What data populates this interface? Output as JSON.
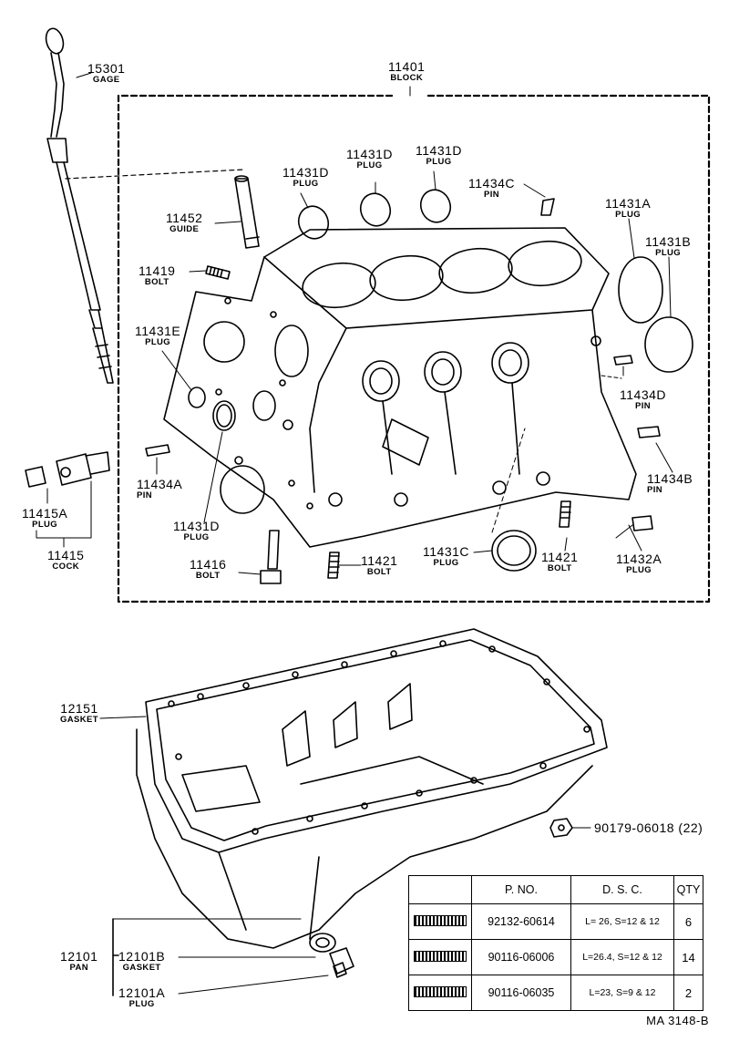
{
  "labels": {
    "gage": {
      "num": "15301",
      "name": "GAGE"
    },
    "block": {
      "num": "11401",
      "name": "BLOCK"
    },
    "guide": {
      "num": "11452",
      "name": "GUIDE"
    },
    "bolt_11419": {
      "num": "11419",
      "name": "BOLT"
    },
    "plug_11431D_a": {
      "num": "11431D",
      "name": "PLUG"
    },
    "plug_11431D_b": {
      "num": "11431D",
      "name": "PLUG"
    },
    "plug_11431D_c": {
      "num": "11431D",
      "name": "PLUG"
    },
    "pin_11434C": {
      "num": "11434C",
      "name": "PIN"
    },
    "plug_11431A": {
      "num": "11431A",
      "name": "PLUG"
    },
    "plug_11431B": {
      "num": "11431B",
      "name": "PLUG"
    },
    "plug_11431E": {
      "num": "11431E",
      "name": "PLUG"
    },
    "pin_11434D": {
      "num": "11434D",
      "name": "PIN"
    },
    "pin_11434A": {
      "num": "11434A",
      "name": "PIN"
    },
    "pin_11434B": {
      "num": "11434B",
      "name": "PIN"
    },
    "plug_11415A": {
      "num": "11415A",
      "name": "PLUG"
    },
    "cock_11415": {
      "num": "11415",
      "name": "COCK"
    },
    "plug_11431D_d": {
      "num": "11431D",
      "name": "PLUG"
    },
    "bolt_11416": {
      "num": "11416",
      "name": "BOLT"
    },
    "bolt_11421_a": {
      "num": "11421",
      "name": "BOLT"
    },
    "plug_11431C": {
      "num": "11431C",
      "name": "PLUG"
    },
    "bolt_11421_b": {
      "num": "11421",
      "name": "BOLT"
    },
    "plug_11432A": {
      "num": "11432A",
      "name": "PLUG"
    },
    "gasket_12151": {
      "num": "12151",
      "name": "GASKET"
    },
    "nut_90179": {
      "num": "90179-06018 (22)",
      "name": ""
    },
    "pan_12101": {
      "num": "12101",
      "name": "PAN"
    },
    "gasket_12101B": {
      "num": "12101B",
      "name": "GASKET"
    },
    "plug_12101A": {
      "num": "12101A",
      "name": "PLUG"
    }
  },
  "table": {
    "headers": [
      "",
      "P. NO.",
      "D. S. C.",
      "QTY"
    ],
    "rows": [
      {
        "pno": "92132-60614",
        "dsc": "L= 26, S=12 & 12",
        "qty": "6"
      },
      {
        "pno": "90116-06006",
        "dsc": "L=26.4, S=12 & 12",
        "qty": "14"
      },
      {
        "pno": "90116-06035",
        "dsc": "L=23, S=9 & 12",
        "qty": "2"
      }
    ]
  },
  "drawing_code": "MA 3148-B"
}
